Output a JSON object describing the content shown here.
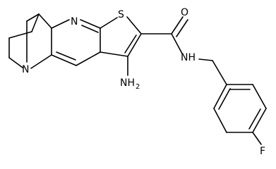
{
  "structure": {
    "atoms": {
      "ring_n": "N",
      "thiophene_s": "S",
      "carbonyl_o": "O",
      "amide_nh": "NH",
      "amino_nh": "NH",
      "amino_sub": "2",
      "bridge_n": "N",
      "fluorine": "F"
    }
  }
}
